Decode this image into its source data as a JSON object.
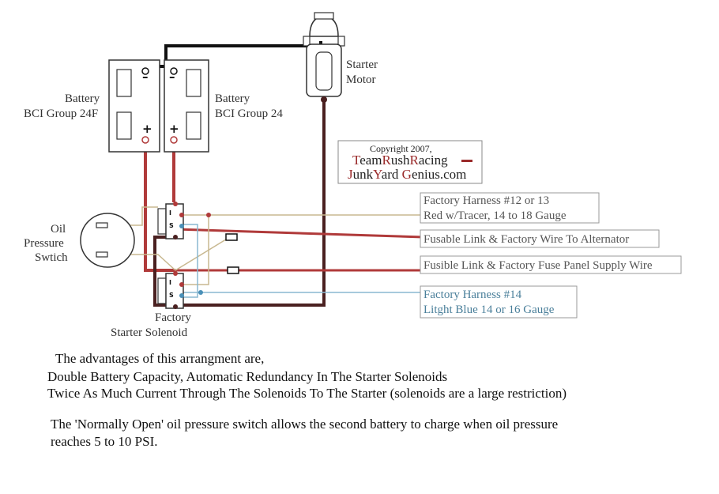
{
  "components": {
    "battery_left": {
      "label_line1": "Battery",
      "label_line2": "BCI Group 24F",
      "neg_symbol": "–",
      "pos_symbol": "+"
    },
    "battery_right": {
      "label_line1": "Battery",
      "label_line2": "BCI Group 24",
      "neg_symbol": "–",
      "pos_symbol": "+"
    },
    "starter_motor": {
      "label_line1": "Starter",
      "label_line2": "Motor"
    },
    "oil_pressure_switch": {
      "label_line1": "Oil",
      "label_line2": "Pressure",
      "label_line3": "Swtich"
    },
    "starter_solenoid": {
      "label_line1": "Factory",
      "label_line2": "Starter Solenoid",
      "terminal_i": "I",
      "terminal_s": "S"
    }
  },
  "copyright": {
    "line1": "Copyright 2007,",
    "team_T": "T",
    "team_eam": "eam",
    "team_R": "R",
    "team_ush": "ush",
    "team_R2": "R",
    "team_acing": "acing",
    "junk_J": "J",
    "junk_unk": "unk",
    "junk_Y": "Y",
    "junk_ard": "ard ",
    "junk_G": "G",
    "junk_enius": "enius.com"
  },
  "callouts": {
    "harness12_line1": "Factory Harness #12 or 13",
    "harness12_line2": "Red w/Tracer, 14 to 18 Gauge",
    "fusable_link": "Fusable Link & Factory Wire To Alternator",
    "fusible_link": "Fusible Link & Factory Fuse Panel Supply Wire",
    "harness14_line1": "Factory Harness #14",
    "harness14_line2": "Litght Blue 14 or 16 Gauge"
  },
  "notes": {
    "line1": "The advantages of this arrangment are,",
    "line2": "Double Battery Capacity, Automatic Redundancy In The Starter Solenoids",
    "line3": "Twice As Much Current Through The Solenoids To The Starter (solenoids are a large restriction)",
    "line4": "The 'Normally Open' oil pressure switch allows the second battery to charge when oil pressure",
    "line5": "reaches 5 to 10 PSI."
  },
  "colors": {
    "red_wire": "#b03a3a",
    "dark_wire": "#4a2020",
    "tan_wire": "#c8b890",
    "blue_wire": "#4a90b8",
    "black_wire": "#111111"
  }
}
